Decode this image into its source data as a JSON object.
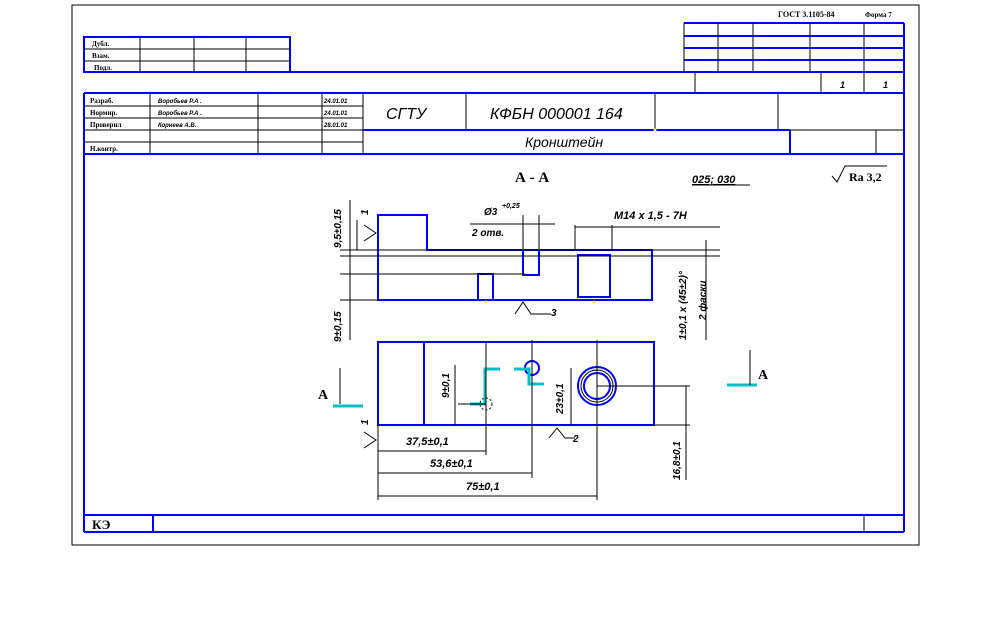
{
  "header": {
    "standard": "ГОСТ 3.1105-84",
    "form": "Форма 7"
  },
  "top_left_table": {
    "rows": [
      "Дубл.",
      "Взам.",
      "Подл."
    ]
  },
  "sheet": {
    "sheet_number": "1",
    "sheets_total": "1"
  },
  "signatures": [
    {
      "role": "Разраб.",
      "name": "Воробьев Р.А .",
      "date": "24.01.01"
    },
    {
      "role": "Нормир.",
      "name": "Воробьев Р.А .",
      "date": "24.01.01"
    },
    {
      "role": "Проверил",
      "name": "Корнеев А.В.",
      "date": "28.01.01"
    },
    {
      "role": "",
      "name": "",
      "date": ""
    },
    {
      "role": "Н.контр.",
      "name": "",
      "date": ""
    }
  ],
  "organization": "СГТУ",
  "document_code": "КФБН 000001 164",
  "part_name": "Кронштейн",
  "drawing": {
    "section_label": "А - А",
    "operations": "025; 030",
    "roughness": "Ra 3,2",
    "hole_dim": "Ø3",
    "hole_tol": "+0,25",
    "hole_count": "2 отв.",
    "thread": "M14 x 1,5 - 7H",
    "chamfer": "1±0,1 x (45±2)°",
    "chamfer_count": "2 фаски",
    "dim_top": "9,5±0,15",
    "dim_bottom": "9±0,15",
    "dim_9": "9±0,1",
    "dim_23": "23±0,1",
    "dim_168": "16,8±0,1",
    "dim_375": "37,5±0,1",
    "dim_536": "53,6±0,1",
    "dim_75": "75±0,1",
    "base_1": "1",
    "base_2": "2",
    "base_3": "3",
    "cut_label_left": "А",
    "cut_label_right": "А"
  },
  "footer": {
    "code": "КЭ"
  }
}
